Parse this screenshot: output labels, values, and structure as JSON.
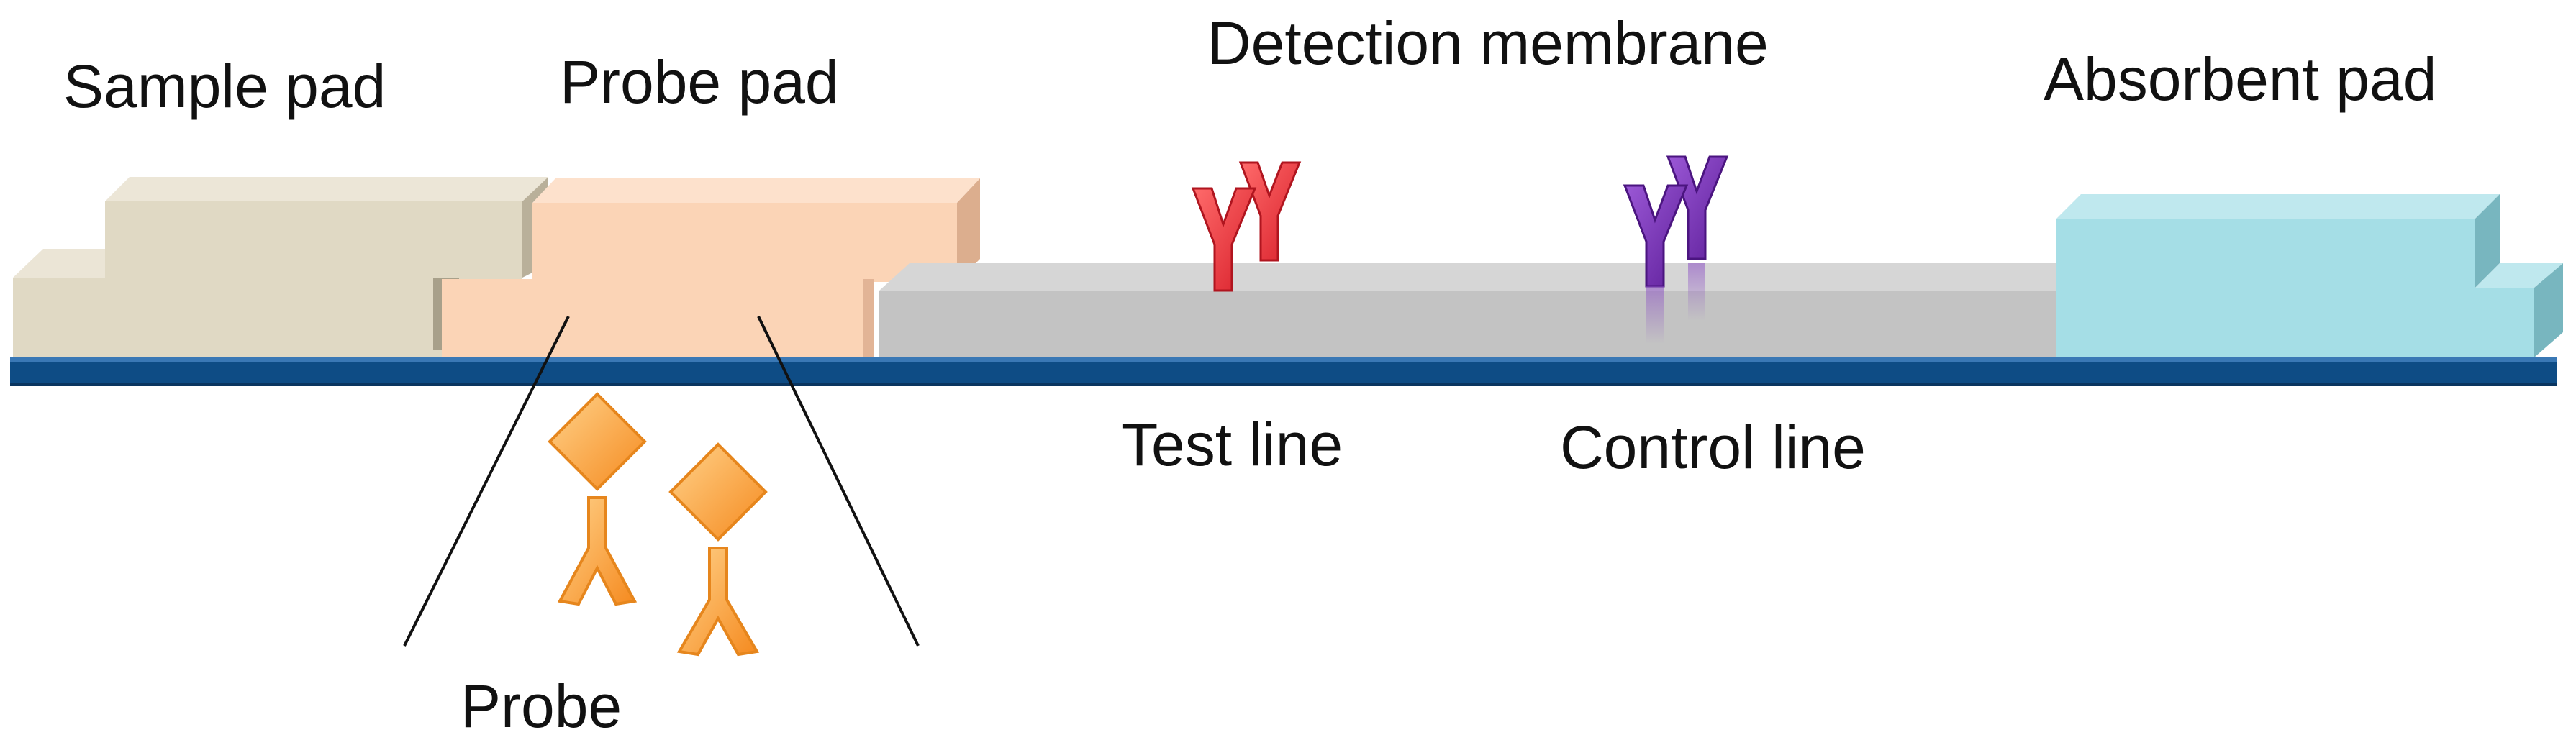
{
  "labels": {
    "sample_pad": "Sample pad",
    "probe_pad": "Probe pad",
    "detection_membrane": "Detection membrane",
    "absorbent_pad": "Absorbent pad",
    "test_line": "Test line",
    "control_line": "Control line",
    "probe": "Probe"
  },
  "colors": {
    "sample_pad": "#e0d9c4",
    "probe_pad": "#fbd4b6",
    "detection_membrane": "#c3c3c3",
    "absorbent_pad": "#a5dee6",
    "backing_card": "#0e4c85",
    "test_antibody": "#e8333c",
    "control_antibody": "#7a2fb5",
    "probe": "#f9a13c"
  }
}
